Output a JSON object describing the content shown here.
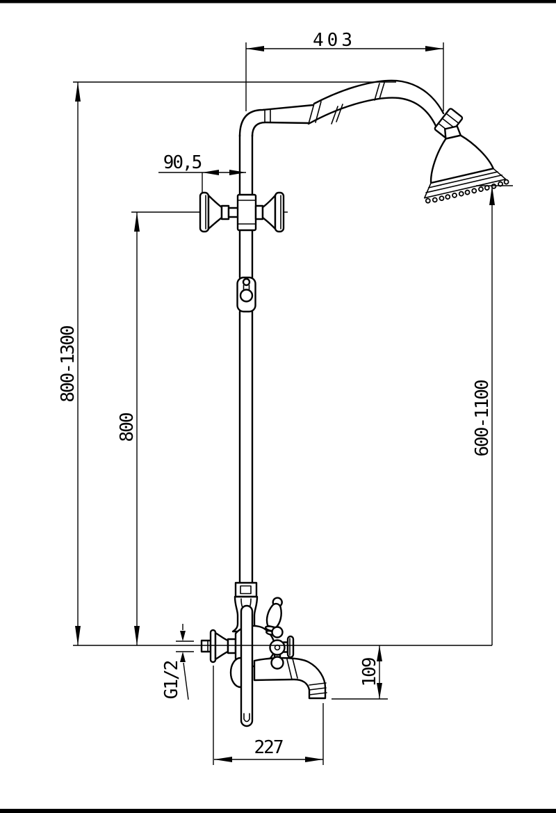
{
  "drawing": {
    "dimension_labels": {
      "arm_reach": "403",
      "wall_offset": "90,5",
      "overall_height_range": "800-1300",
      "riser_height": "800",
      "head_height_range": "600-1100",
      "inlet_thread": "G1/2",
      "spout_drop": "109",
      "spout_reach": "227"
    }
  }
}
